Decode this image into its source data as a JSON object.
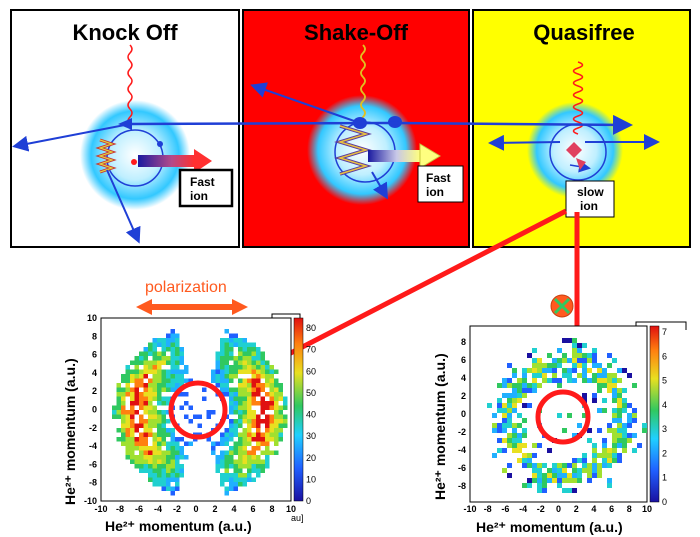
{
  "panels": [
    {
      "title": "Knock Off",
      "bg": "#ffffff",
      "label": [
        "Fast",
        "ion"
      ]
    },
    {
      "title": "Shake-Off",
      "bg": "#ff0000",
      "label": [
        "Fast",
        "ion"
      ]
    },
    {
      "title": "Quasifree",
      "bg": "#ffff00",
      "label": [
        "slow",
        "ion"
      ]
    }
  ],
  "annotations": {
    "polarization": "polarization"
  },
  "colors": {
    "arrow_blue": "#1f3fd6",
    "arrow_red": "#ff1a1a",
    "orange": "#ff5a1f",
    "halo": "#32c8ff"
  },
  "plots": [
    {
      "xlabel": "He²⁺ momentum (a.u.)",
      "ylabel": "He²⁺ momentum (a.u.)",
      "x_ticks": [
        "-10",
        "-8",
        "-6",
        "-4",
        "-2",
        "0",
        "2",
        "4",
        "6",
        "8",
        "10"
      ],
      "y_ticks": [
        "10",
        "8",
        "6",
        "4",
        "2",
        "0",
        "-2",
        "-4",
        "-6",
        "-8",
        "-10"
      ],
      "colorbar_ticks": [
        "80",
        "70",
        "60",
        "50",
        "40",
        "30",
        "20",
        "10",
        "0"
      ],
      "x_unit_stub": "au]"
    },
    {
      "xlabel": "He²⁺ momentum (a.u.)",
      "ylabel": "He²⁺ momentum (a.u.)",
      "x_ticks": [
        "-10",
        "-8",
        "-6",
        "-4",
        "-2",
        "0",
        "2",
        "4",
        "6",
        "8",
        "10"
      ],
      "y_ticks": [
        "8",
        "6",
        "4",
        "2",
        "0",
        "-2",
        "-4",
        "-6",
        "-8"
      ],
      "colorbar_ticks": [
        "7",
        "6",
        "5",
        "4",
        "3",
        "2",
        "1",
        "0"
      ]
    }
  ]
}
